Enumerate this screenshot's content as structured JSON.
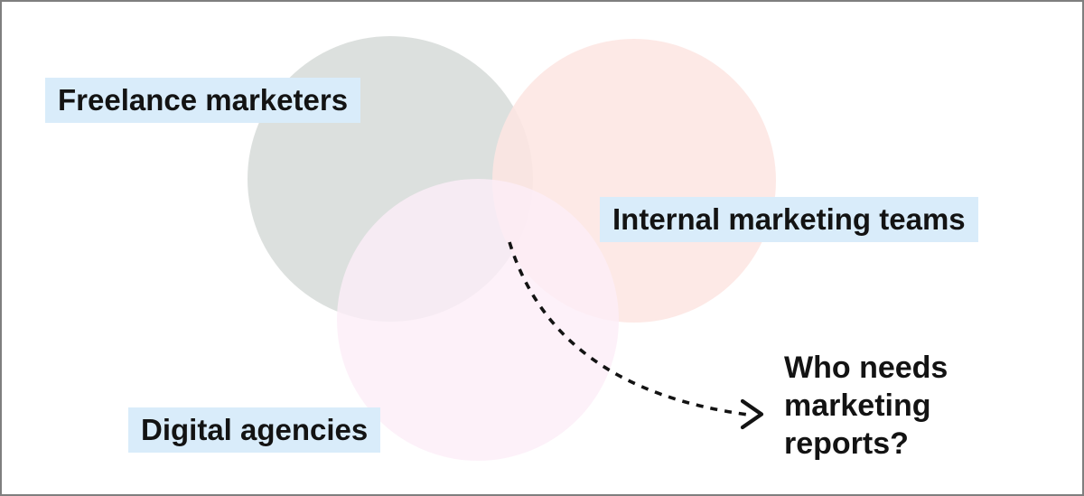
{
  "diagram": {
    "type": "venn",
    "circles": [
      {
        "label": "Freelance marketers",
        "fill": "#dce0de",
        "opacity": "1"
      },
      {
        "label": "Internal marketing teams",
        "fill": "#fde6e2",
        "opacity": "0.87"
      },
      {
        "label": "Digital agencies",
        "fill": "#fdeef7",
        "opacity": "0.8"
      }
    ],
    "annotation": {
      "text": "Who needs marketing reports?",
      "lines": [
        "Who needs",
        "marketing",
        "reports?"
      ]
    },
    "colors": {
      "label_background": "#d9ecfa",
      "text": "#131313",
      "arrow": "#131313",
      "page_background": "#ffffff",
      "page_border": "#7f7f7f"
    }
  }
}
